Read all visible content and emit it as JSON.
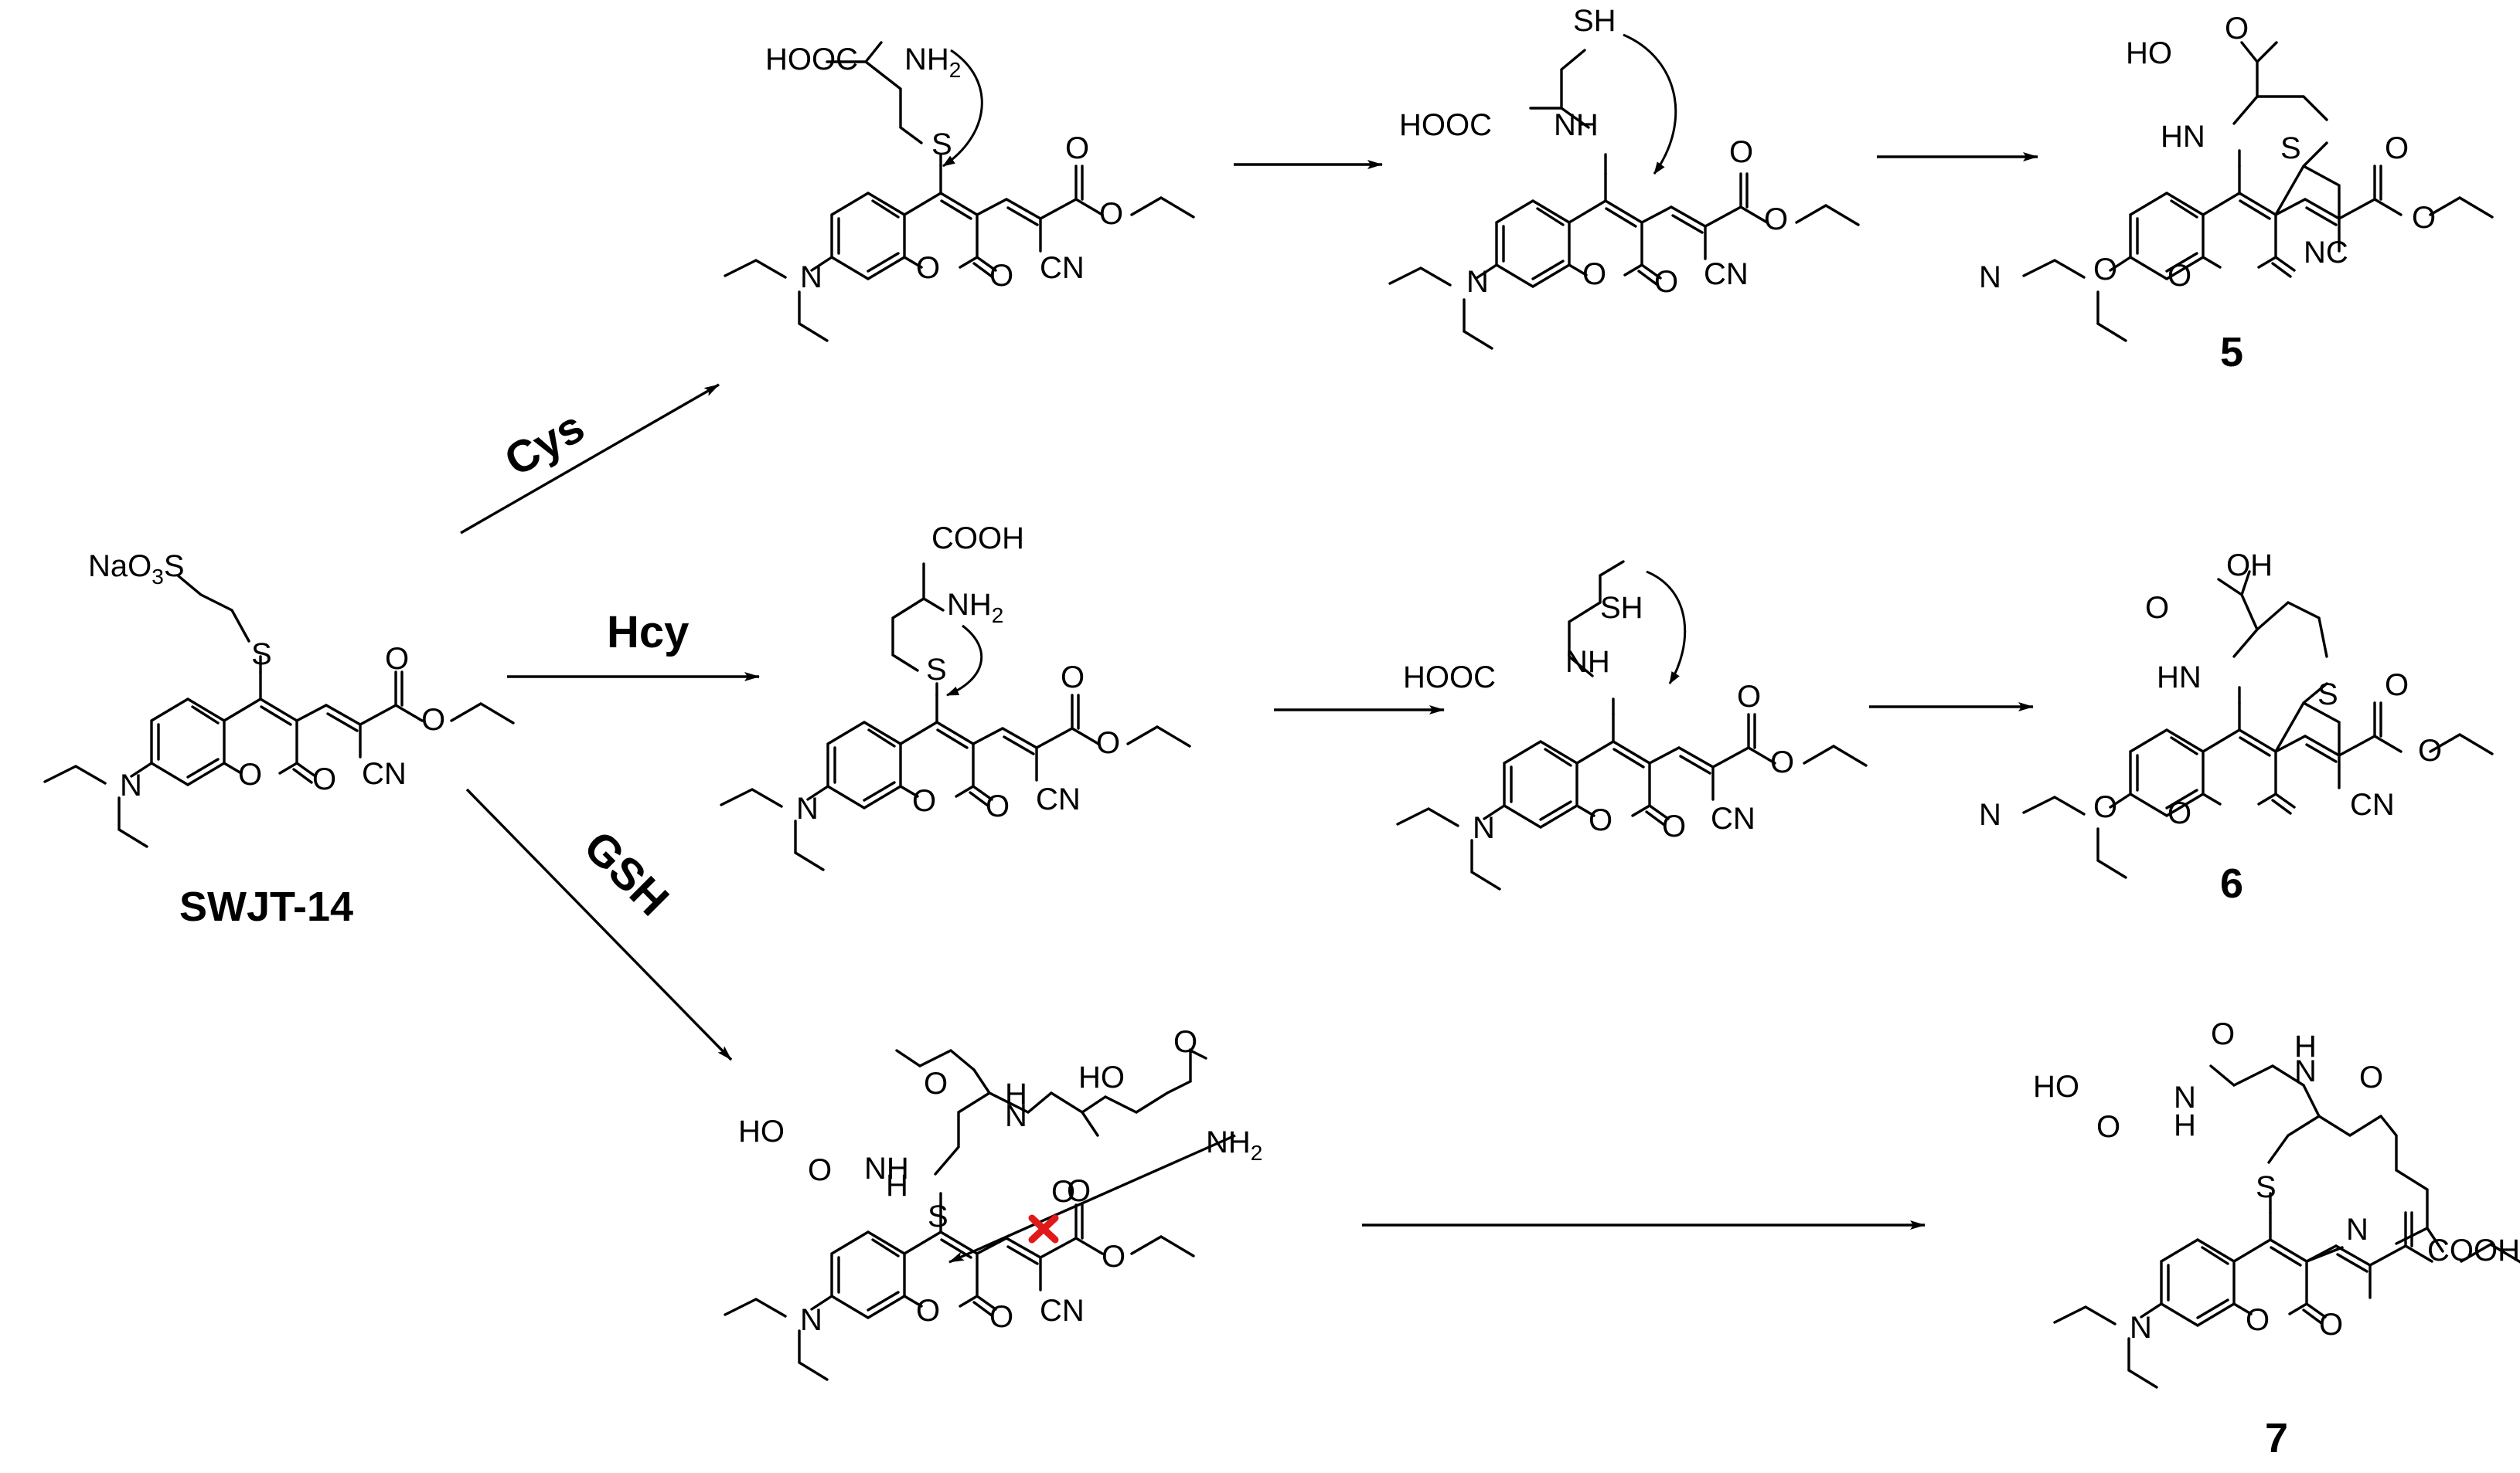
{
  "reagents": {
    "cys": "Cys",
    "hcy": "Hcy",
    "gsh": "GSH"
  },
  "compounds": {
    "probe": "SWJT-14",
    "product_cys": "5",
    "product_hcy": "6",
    "product_gsh": "7"
  },
  "atom_labels": {
    "n": "N",
    "o": "O",
    "s": "S",
    "cn": "CN",
    "nc": "NC",
    "nh": "NH",
    "hn": "HN",
    "h": "H",
    "nh2": "NH",
    "nh2_sub": "2",
    "sh": "SH",
    "cooh": "COOH",
    "hooc": "HOOC",
    "ho": "HO",
    "oh": "OH",
    "nao3s_pre": "NaO",
    "nao3s_sub": "3",
    "nao3s_post": "S"
  },
  "colors": {
    "ink": "#000000",
    "blocked_mark": "#e11919",
    "background": "#ffffff"
  },
  "annotations": {
    "blocked_attack_icon": "cross-mark-icon"
  }
}
